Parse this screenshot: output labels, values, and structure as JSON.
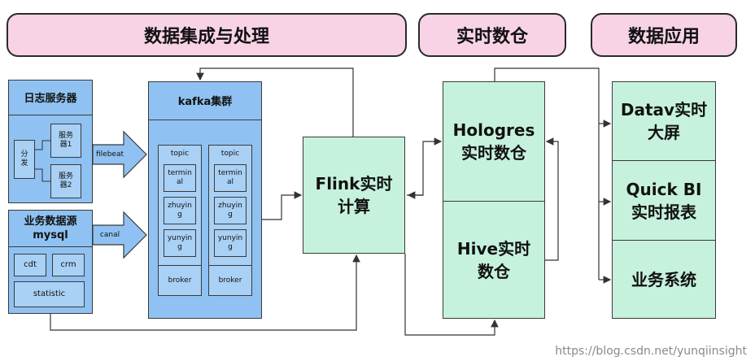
{
  "headers": {
    "integration": "数据集成与处理",
    "warehouse": "实时数仓",
    "application": "数据应用"
  },
  "log_servers": {
    "title": "日志服务器",
    "distribute": "分\n发",
    "server1": "服务\n器1",
    "server2": "服务\n器2"
  },
  "business_db": {
    "title": "业务数据源\nmysql",
    "cdt": "cdt",
    "crm": "crm",
    "statistic": "statistic"
  },
  "edges": {
    "filebeat": "filebeat",
    "canal": "canal"
  },
  "kafka": {
    "title": "kafka集群",
    "columns": [
      {
        "topic": "topic",
        "items": [
          "termin\nal",
          "zhuyin\ng",
          "yunyin\ng"
        ],
        "broker": "broker"
      },
      {
        "topic": "topic",
        "items": [
          "termin\nal",
          "zhuyin\ng",
          "yunyin\ng"
        ],
        "broker": "broker"
      }
    ]
  },
  "flink": {
    "label": "Flink实时\n计算"
  },
  "warehouse_boxes": {
    "hologres": "Hologres\n实时数仓",
    "hive": "Hive实时\n数仓"
  },
  "apps": {
    "datav": "Datav实时\n大屏",
    "quickbi": "Quick BI\n实时报表",
    "business": "业务系统"
  },
  "watermark": "https://blog.csdn.net/yunqiinsight",
  "colors": {
    "header_pink": "#f8d3e6",
    "source_blue": "#8fc2f2",
    "compute_green": "#c6f2dd"
  }
}
